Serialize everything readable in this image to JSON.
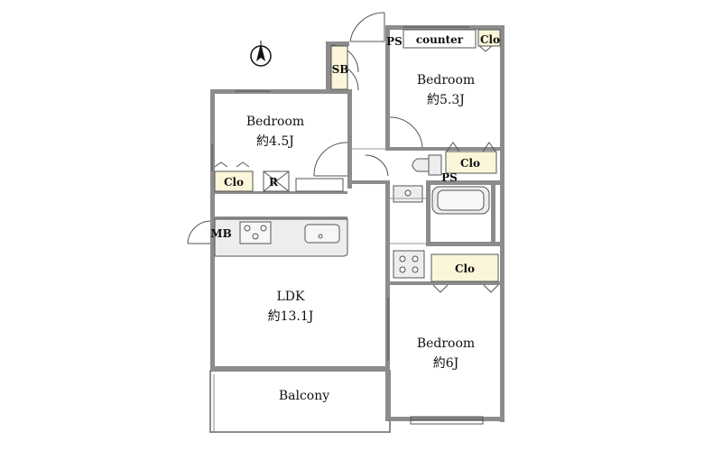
{
  "plan": {
    "rooms": {
      "bedroom_upper_left": {
        "name": "Bedroom",
        "size": "約4.5J"
      },
      "bedroom_upper_right": {
        "name": "Bedroom",
        "size": "約5.3J"
      },
      "ldk": {
        "name": "LDK",
        "size": "約13.1J"
      },
      "bedroom_lower_right": {
        "name": "Bedroom",
        "size": "約6J"
      },
      "balcony": {
        "name": "Balcony"
      }
    },
    "labels": {
      "sb": "SB",
      "ps_top": "PS",
      "counter": "counter",
      "clo_top_right": "Clo",
      "clo_left": "Clo",
      "r": "R",
      "mb": "MB",
      "clo_mid_right": "Clo",
      "ps_mid": "PS",
      "clo_lower_right": "Clo"
    },
    "colors": {
      "wall": "#8c8c8c",
      "closet_fill": "#fbf6d9",
      "line": "#555555"
    }
  }
}
